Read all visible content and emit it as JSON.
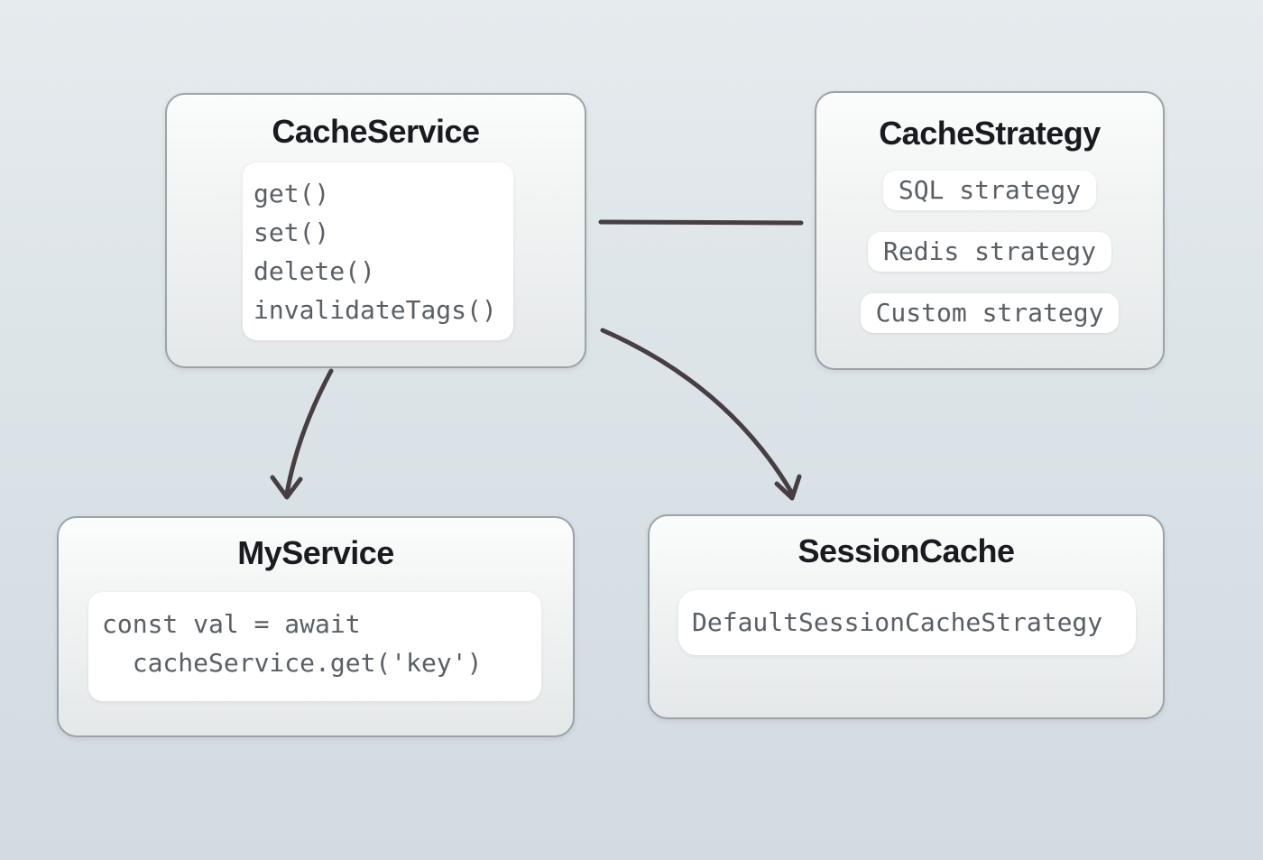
{
  "colors": {
    "arrow": "#473e42",
    "node_border": "#9aa3a8",
    "title_text": "#191b20",
    "code_text": "#595f64",
    "background_top": "#e6ebee",
    "background_bottom": "#d2dbe1"
  },
  "nodes": {
    "cache_service": {
      "title": "CacheService",
      "methods": [
        "get()",
        "set()",
        "delete()",
        "invalidateTags()"
      ]
    },
    "cache_strategy": {
      "title": "CacheStrategy",
      "strategies": [
        "SQL strategy",
        "Redis strategy",
        "Custom strategy"
      ]
    },
    "my_service": {
      "title": "MyService",
      "code_lines": [
        "const val = await",
        "  cacheService.get('key')"
      ]
    },
    "session_cache": {
      "title": "SessionCache",
      "strategy": "DefaultSessionCacheStrategy"
    }
  }
}
